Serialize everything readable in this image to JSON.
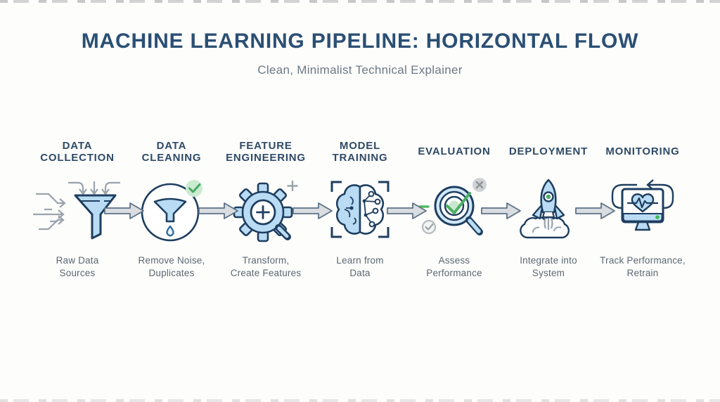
{
  "header": {
    "title": "MACHINE LEARNING PIPELINE: HORIZONTAL FLOW",
    "subtitle": "Clean, Minimalist Technical Explainer"
  },
  "colors": {
    "title": "#2b4f74",
    "stage_label": "#2e4a66",
    "sublabel": "#5b6770",
    "icon_fill": "#b9dcf4",
    "icon_stroke": "#1e3e5f",
    "gray_line": "#9aa3ab",
    "flow_arrow_fill": "#d9dde1",
    "flow_arrow_stroke": "#5d7186",
    "accent_green": "#4caf62",
    "light_green": "#c8e9cf",
    "badge_gray": "#d0d3d5"
  },
  "stages": [
    {
      "label": "DATA\nCOLLECTION",
      "sublabel": "Raw Data\nSources",
      "icon": "funnel-inflow-icon"
    },
    {
      "label": "DATA\nCLEANING",
      "sublabel": "Remove Noise,\nDuplicates",
      "icon": "funnel-droplet-check-icon"
    },
    {
      "label": "FEATURE\nENGINEERING",
      "sublabel": "Transform,\nCreate Features",
      "icon": "gear-magnifier-icon"
    },
    {
      "label": "MODEL\nTRAINING",
      "sublabel": "Learn from\nData",
      "icon": "brain-network-icon"
    },
    {
      "label": "EVALUATION",
      "sublabel": "Assess\nPerformance",
      "icon": "target-magnifier-check-icon"
    },
    {
      "label": "DEPLOYMENT",
      "sublabel": "Integrate into\nSystem",
      "icon": "rocket-launch-icon"
    },
    {
      "label": "MONITORING",
      "sublabel": "Track Performance,\nRetrain",
      "icon": "monitor-heartbeat-refresh-icon"
    }
  ],
  "flow": {
    "direction": "left-to-right",
    "arrow_count": 6
  }
}
